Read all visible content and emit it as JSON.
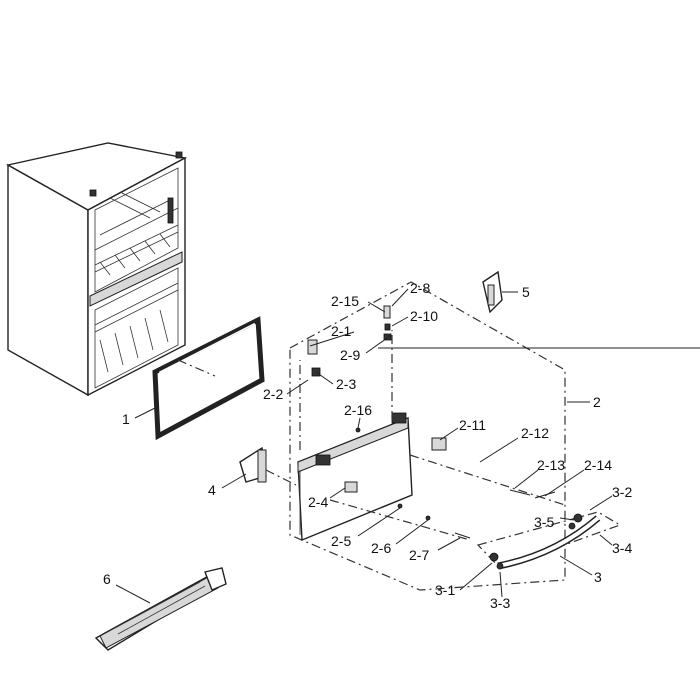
{
  "labels": {
    "l1": "1",
    "l2": "2",
    "l2_1": "2-1",
    "l2_2": "2-2",
    "l2_3": "2-3",
    "l2_4": "2-4",
    "l2_5": "2-5",
    "l2_6": "2-6",
    "l2_7": "2-7",
    "l2_8": "2-8",
    "l2_9": "2-9",
    "l2_10": "2-10",
    "l2_11": "2-11",
    "l2_12": "2-12",
    "l2_13": "2-13",
    "l2_14": "2-14",
    "l2_15": "2-15",
    "l2_16": "2-16",
    "l3": "3",
    "l3_1": "3-1",
    "l3_2": "3-2",
    "l3_3": "3-3",
    "l3_4": "3-4",
    "l3_5": "3-5",
    "l4": "4",
    "l5": "5",
    "l6": "6"
  }
}
